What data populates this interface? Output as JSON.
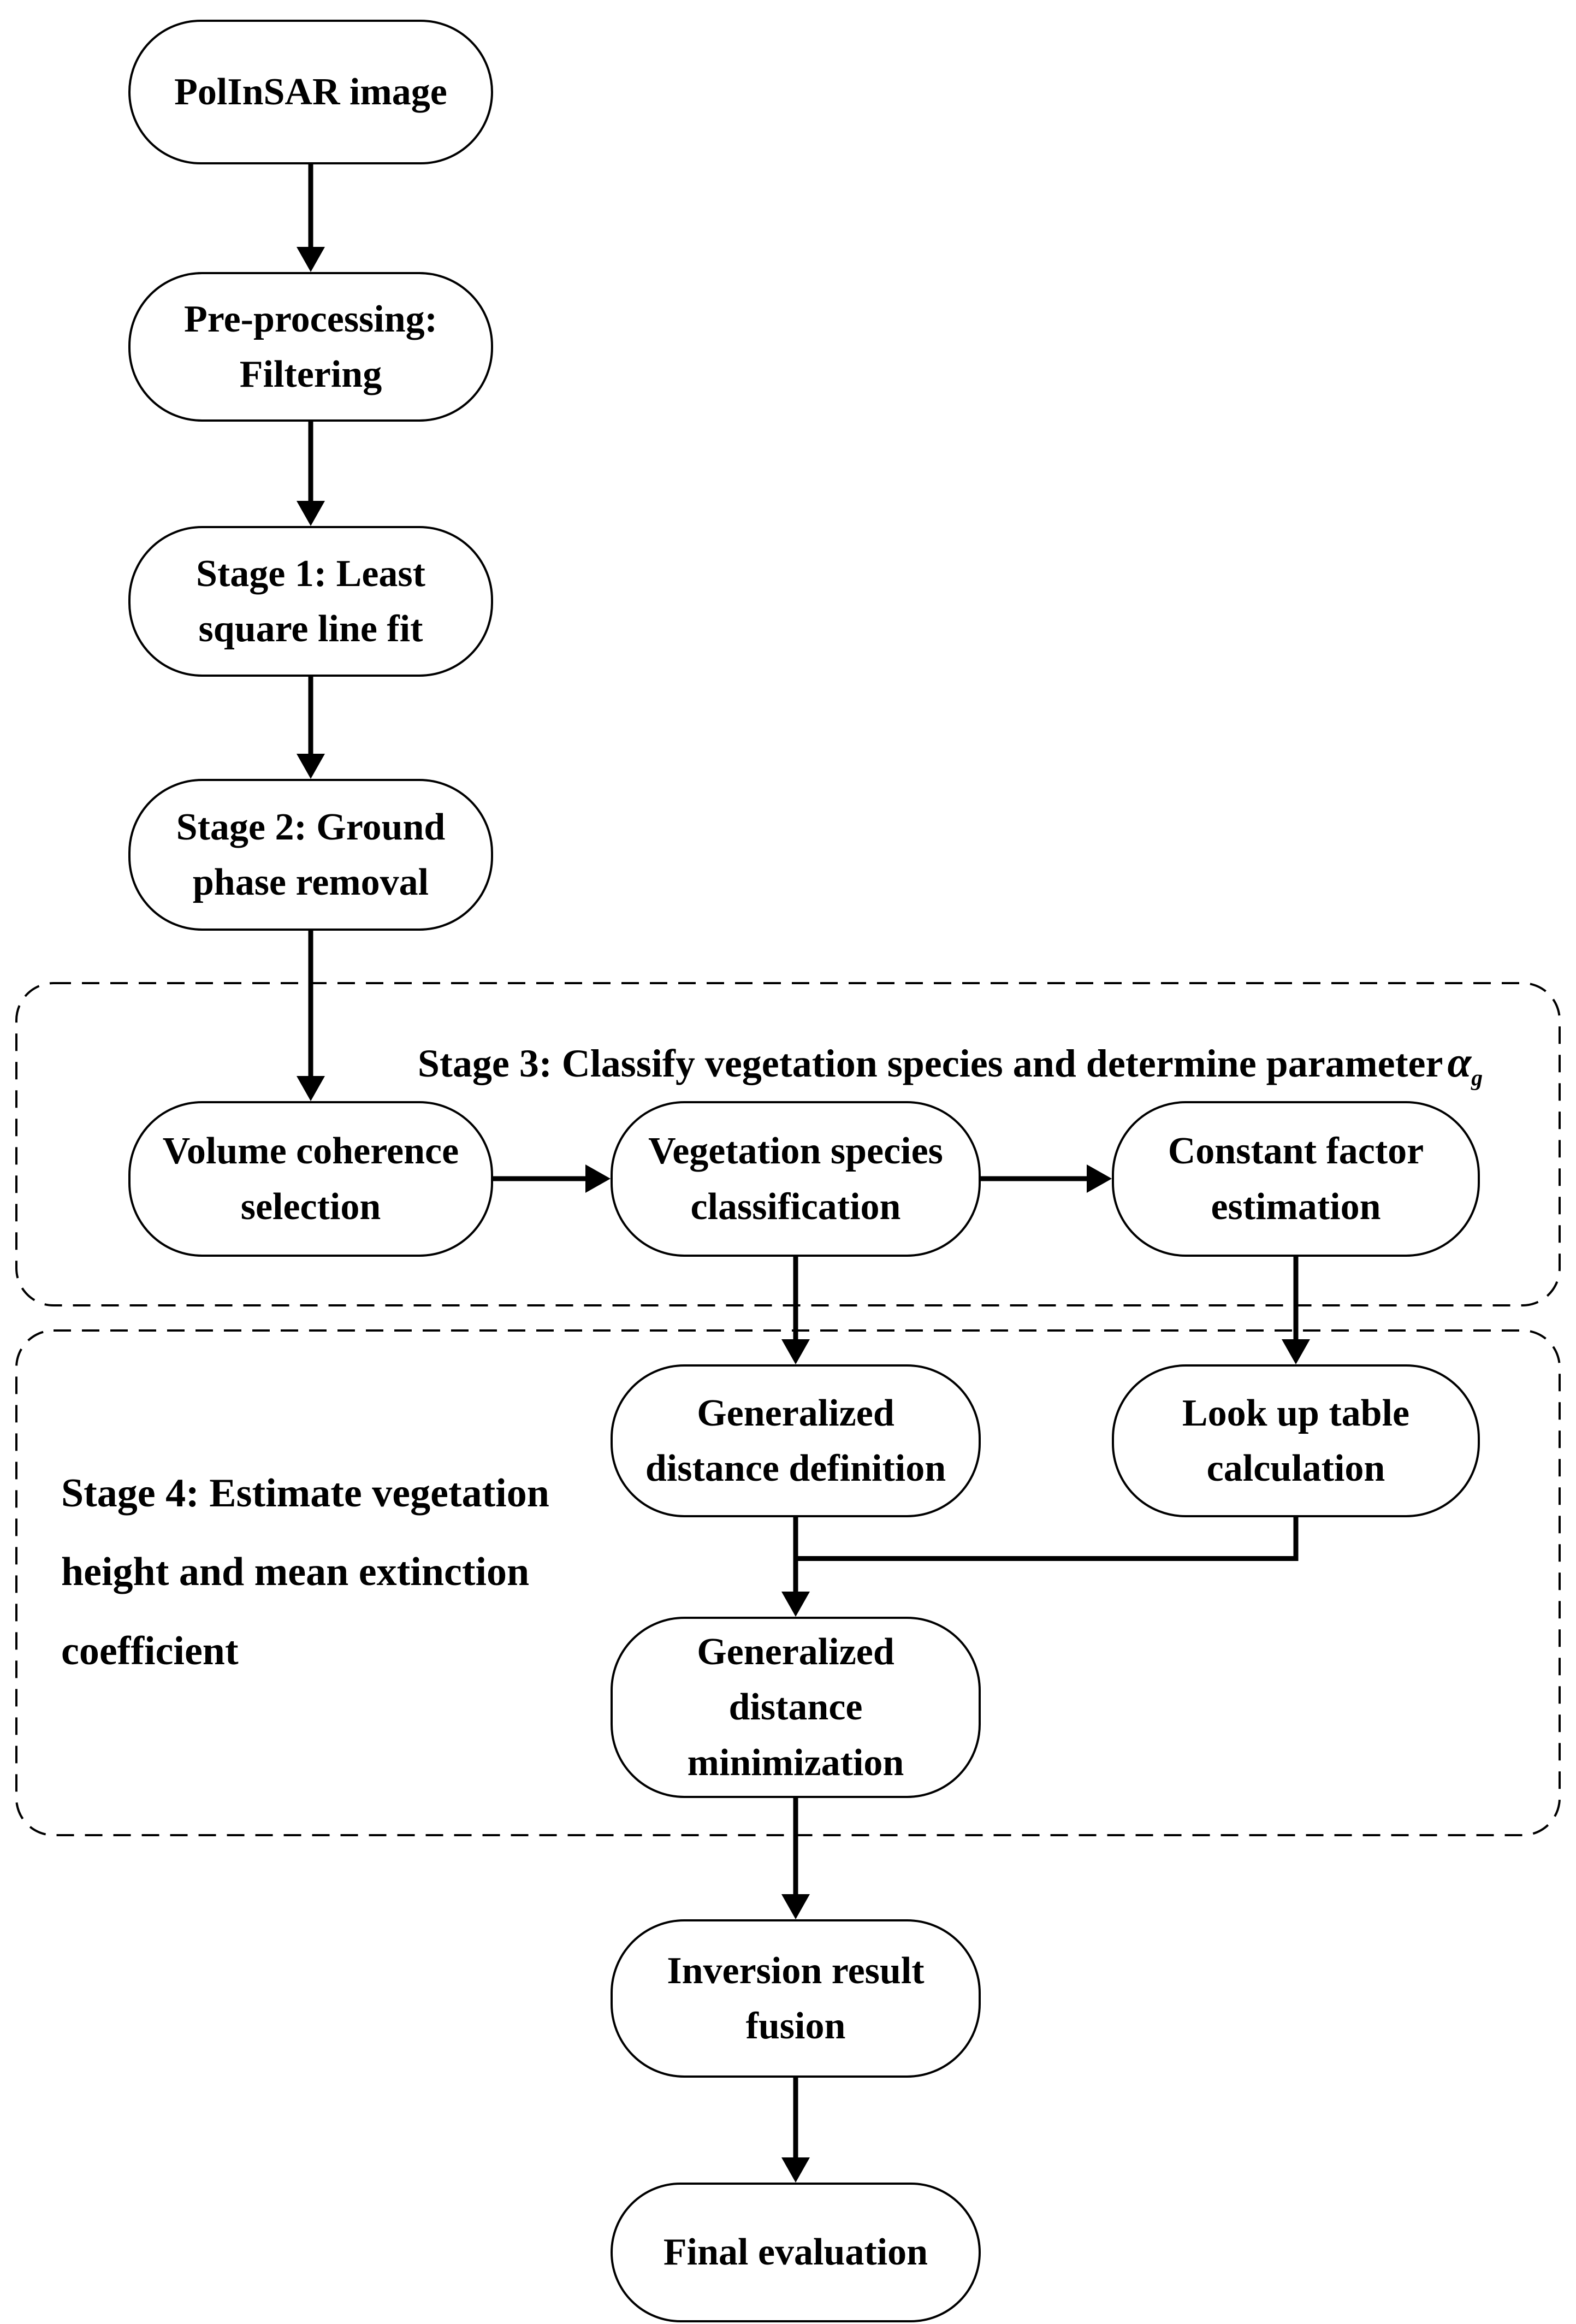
{
  "colors": {
    "ink": "#000000",
    "background": "#ffffff"
  },
  "nodes": {
    "polinsar": "PolInSAR image",
    "preprocessing": "Pre-processing:\nFiltering",
    "stage1": "Stage 1: Least\nsquare line fit",
    "stage2": "Stage 2: Ground\nphase removal",
    "volume_coherence": "Volume coherence\nselection",
    "vegetation_species": "Vegetation species\nclassification",
    "constant_factor": "Constant factor\nestimation",
    "generalized_distance_definition": "Generalized\ndistance definition",
    "lookup_table": "Look up table\ncalculation",
    "generalized_distance_minimization": "Generalized\ndistance\nminimization",
    "inversion_fusion": "Inversion result\nfusion",
    "final_evaluation": "Final evaluation"
  },
  "stage3": {
    "title_prefix": "Stage 3: Classify vegetation species and determine parameter",
    "alpha": "α",
    "alpha_sub": "g"
  },
  "stage4": {
    "label": "Stage 4: Estimate vegetation\nheight and mean extinction\ncoefficient"
  }
}
